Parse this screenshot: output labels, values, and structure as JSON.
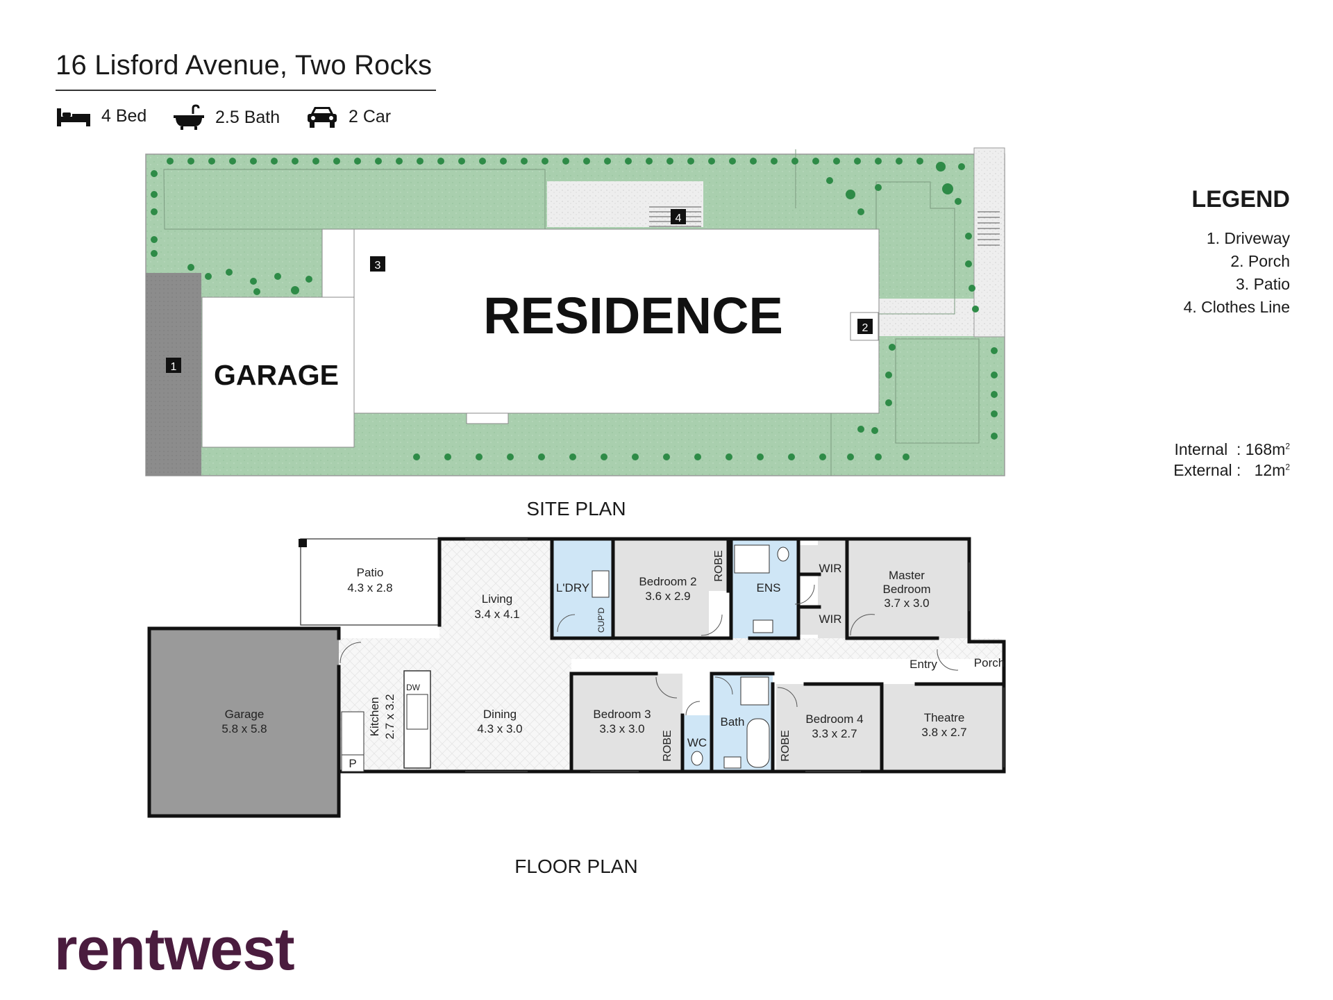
{
  "header": {
    "address": "16 Lisford Avenue, Two Rocks",
    "beds": "4 Bed",
    "baths": "2.5 Bath",
    "cars": "2 Car",
    "icons": [
      "bed-icon",
      "bath-icon",
      "car-icon"
    ]
  },
  "legend": {
    "title": "LEGEND",
    "items": [
      "1. Driveway",
      "2. Porch",
      "3. Patio",
      "4. Clothes Line"
    ]
  },
  "areas": {
    "internal_label": "Internal",
    "internal_value": ": 168m",
    "external_label": "External :",
    "external_value": "12m",
    "unit_superscript": "2"
  },
  "site_plan": {
    "caption": "SITE PLAN",
    "residence_label": "RESIDENCE",
    "garage_label": "GARAGE",
    "markers": [
      "1",
      "2",
      "3",
      "4"
    ]
  },
  "floor_plan": {
    "caption": "FLOOR PLAN",
    "rooms": {
      "patio": {
        "name": "Patio",
        "dims": "4.3 x 2.8"
      },
      "living": {
        "name": "Living",
        "dims": "3.4 x 4.1"
      },
      "laundry": {
        "name": "L'DRY"
      },
      "cupd": {
        "name": "CUP'D"
      },
      "bed2": {
        "name": "Bedroom 2",
        "dims": "3.6 x 2.9"
      },
      "robe": {
        "name": "ROBE"
      },
      "ens": {
        "name": "ENS"
      },
      "wir": {
        "name": "WIR"
      },
      "master": {
        "name1": "Master",
        "name2": "Bedroom",
        "dims": "3.7 x 3.0"
      },
      "entry": {
        "name": "Entry"
      },
      "porch": {
        "name": "Porch"
      },
      "garage": {
        "name": "Garage",
        "dims": "5.8 x 5.8"
      },
      "kitchen": {
        "name": "Kitchen",
        "dims": "2.7 x 3.2"
      },
      "dw": {
        "name": "DW"
      },
      "pantry": {
        "name": "P"
      },
      "dining": {
        "name": "Dining",
        "dims": "4.3 x 3.0"
      },
      "bed3": {
        "name": "Bedroom 3",
        "dims": "3.3 x 3.0"
      },
      "wc": {
        "name": "WC"
      },
      "bath": {
        "name": "Bath"
      },
      "bed4": {
        "name": "Bedroom 4",
        "dims": "3.3 x 2.7"
      },
      "theatre": {
        "name": "Theatre",
        "dims": "3.8 x 2.7"
      }
    }
  },
  "brand": {
    "logo": "rentwest",
    "color": "#4a1c3e"
  },
  "colors": {
    "lawn": "#a9cfae",
    "shrub": "#2e8b47",
    "driveway": "#8c8c8c",
    "garage_floor": "#9a9a9a",
    "room_grey": "#e2e2e2",
    "wet_area": "#cfe6f6",
    "wall": "#111111"
  }
}
